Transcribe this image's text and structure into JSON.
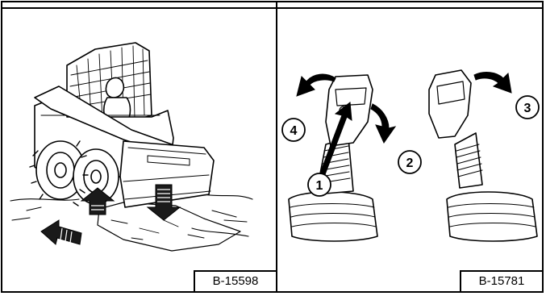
{
  "figures": [
    {
      "label": "B-15598"
    },
    {
      "label": "B-15781",
      "callouts": [
        "1",
        "2",
        "3",
        "4"
      ]
    }
  ]
}
